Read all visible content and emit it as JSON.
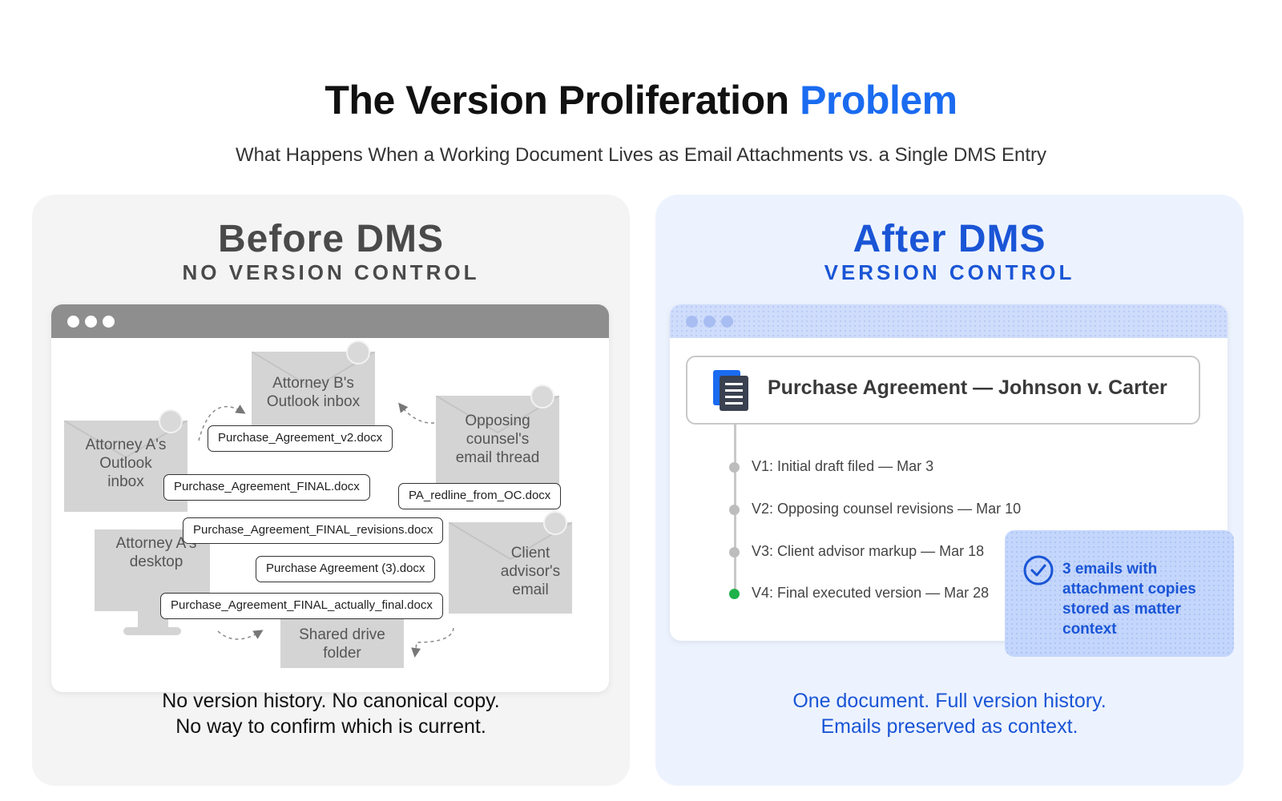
{
  "header": {
    "title_main": "The Version Proliferation",
    "title_accent": "Problem",
    "subtitle": "What Happens When a Working Document Lives as Email Attachments vs. a Single DMS Entry"
  },
  "colors": {
    "accent": "#1a6bf0",
    "after_blue": "#1a55d6",
    "final_dot": "#1fb14a"
  },
  "before": {
    "title": "Before DMS",
    "subtitle": "NO VERSION CONTROL",
    "sources": {
      "attorney_b_inbox": "Attorney B's\nOutlook inbox",
      "attorney_a_inbox": "Attorney A's\nOutlook\ninbox",
      "opposing_counsel": "Opposing\ncounsel's\nemail thread",
      "attorney_a_desktop": "Attorney A's\ndesktop",
      "client_advisor": "Client\nadvisor's\nemail",
      "shared_drive": "Shared drive\nfolder"
    },
    "files": [
      "Purchase_Agreement_v2.docx",
      "Purchase_Agreement_FINAL.docx",
      "PA_redline_from_OC.docx",
      "Purchase_Agreement_FINAL_revisions.docx",
      "Purchase Agreement (3).docx",
      "Purchase_Agreement_FINAL_actually_final.docx"
    ],
    "caption_line1": "No version history. No canonical copy.",
    "caption_line2": "No way to confirm which is current."
  },
  "after": {
    "title": "After DMS",
    "subtitle": "VERSION CONTROL",
    "doc_title": "Purchase Agreement — Johnson v. Carter",
    "doc_icon": "document-icon",
    "versions": [
      "V1: Initial draft filed — Mar 3",
      "V2: Opposing counsel revisions — Mar 10",
      "V3: Client advisor markup — Mar 18",
      "V4: Final executed version — Mar 28"
    ],
    "callout": "3 emails with attachment copies stored as matter context",
    "callout_icon": "check-circle-icon",
    "caption_line1": "One document. Full version history.",
    "caption_line2": "Emails preserved as context."
  }
}
